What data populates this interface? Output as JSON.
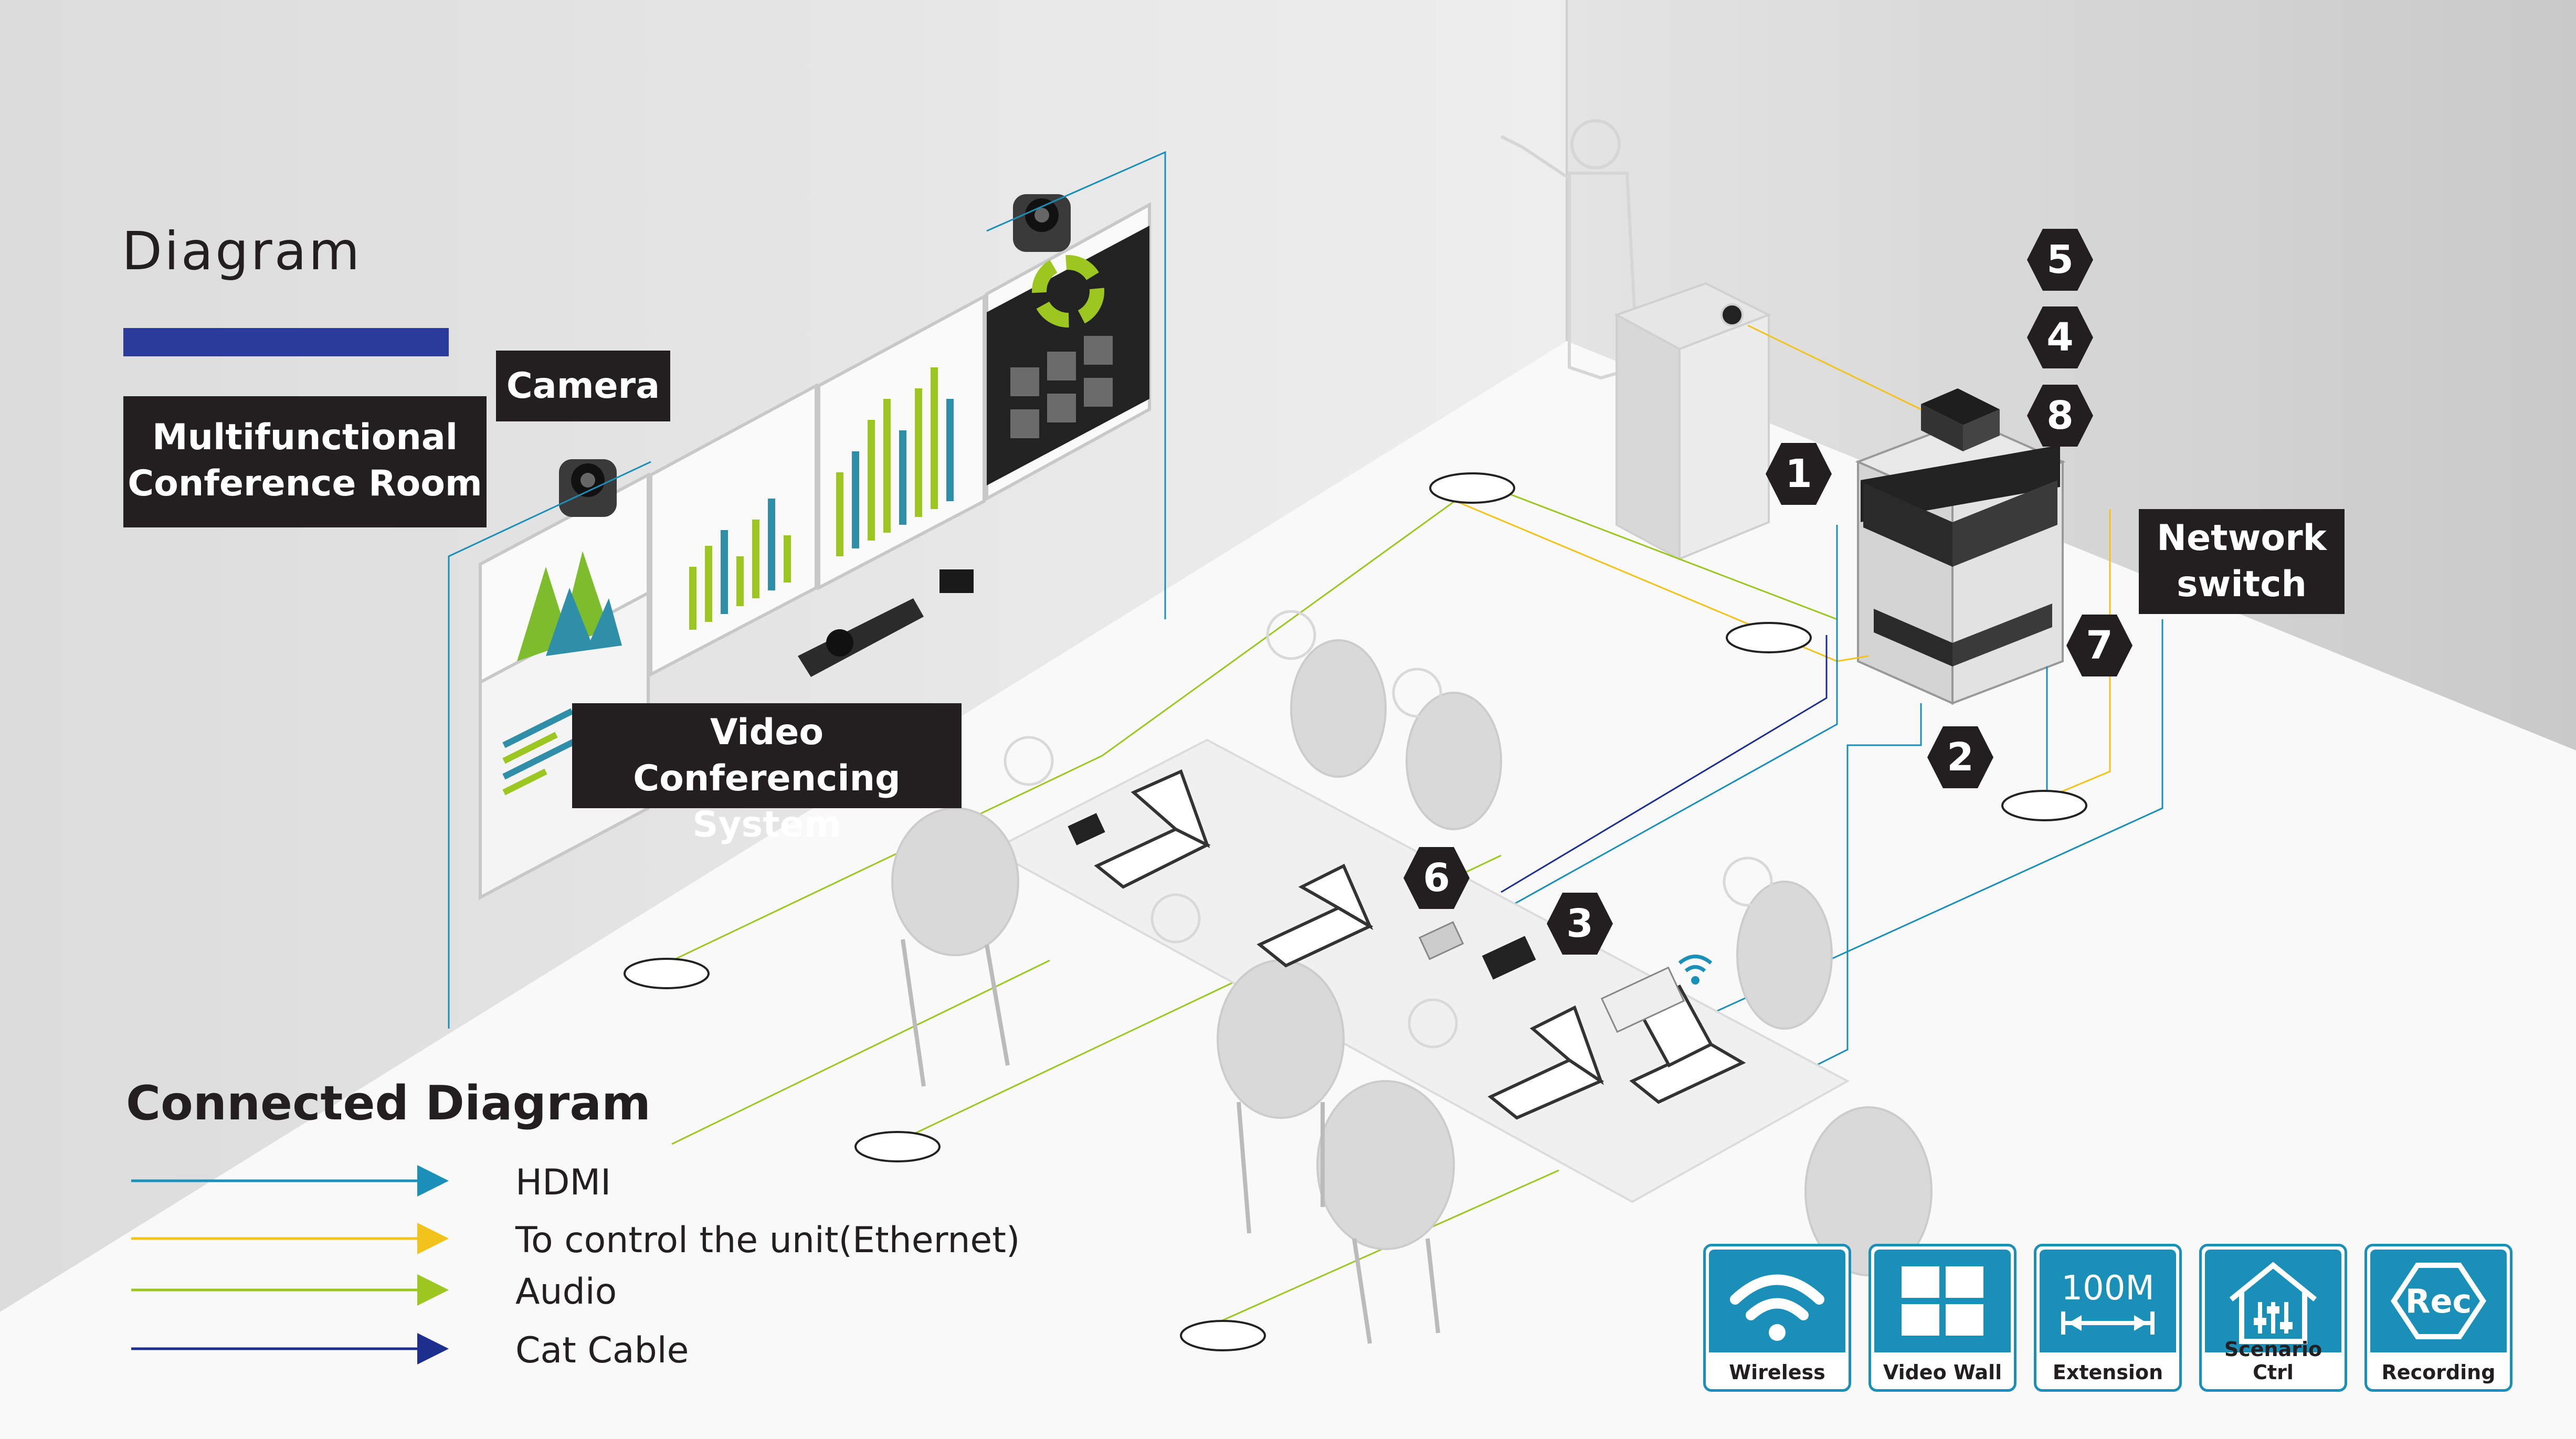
{
  "header": {
    "title": "Diagram",
    "underline_color": "#2a3b9c"
  },
  "labels": {
    "room_line1": "Multifunctional",
    "room_line2": "Conference Room",
    "camera": "Camera",
    "vc_line1": "Video Conferencing",
    "vc_line2": "System",
    "switch_line1": "Network",
    "switch_line2": "switch"
  },
  "badges": [
    "1",
    "2",
    "3",
    "4",
    "5",
    "6",
    "7",
    "8"
  ],
  "legend": {
    "title": "Connected Diagram",
    "items": [
      {
        "label": "HDMI",
        "color": "#1a8fb8"
      },
      {
        "label": "To control the unit(Ethernet)",
        "color": "#f2c31b"
      },
      {
        "label": "Audio",
        "color": "#9cc721"
      },
      {
        "label": "Cat Cable",
        "color": "#1d2f8e"
      }
    ]
  },
  "features": [
    {
      "label": "Wireless",
      "icon": "wifi-icon"
    },
    {
      "label": "Video Wall",
      "icon": "video-wall-icon"
    },
    {
      "label": "Extension",
      "icon": "extension-icon",
      "icon_text": "100M"
    },
    {
      "label": "Scenario Ctrl",
      "icon": "scenario-control-icon"
    },
    {
      "label": "Recording",
      "icon": "recording-icon",
      "icon_text": "Rec"
    }
  ],
  "colors": {
    "accent": "#1a8fb8",
    "label_bg": "#231f20",
    "chart_green": "#9cc721",
    "chart_teal": "#2f8fa8"
  }
}
